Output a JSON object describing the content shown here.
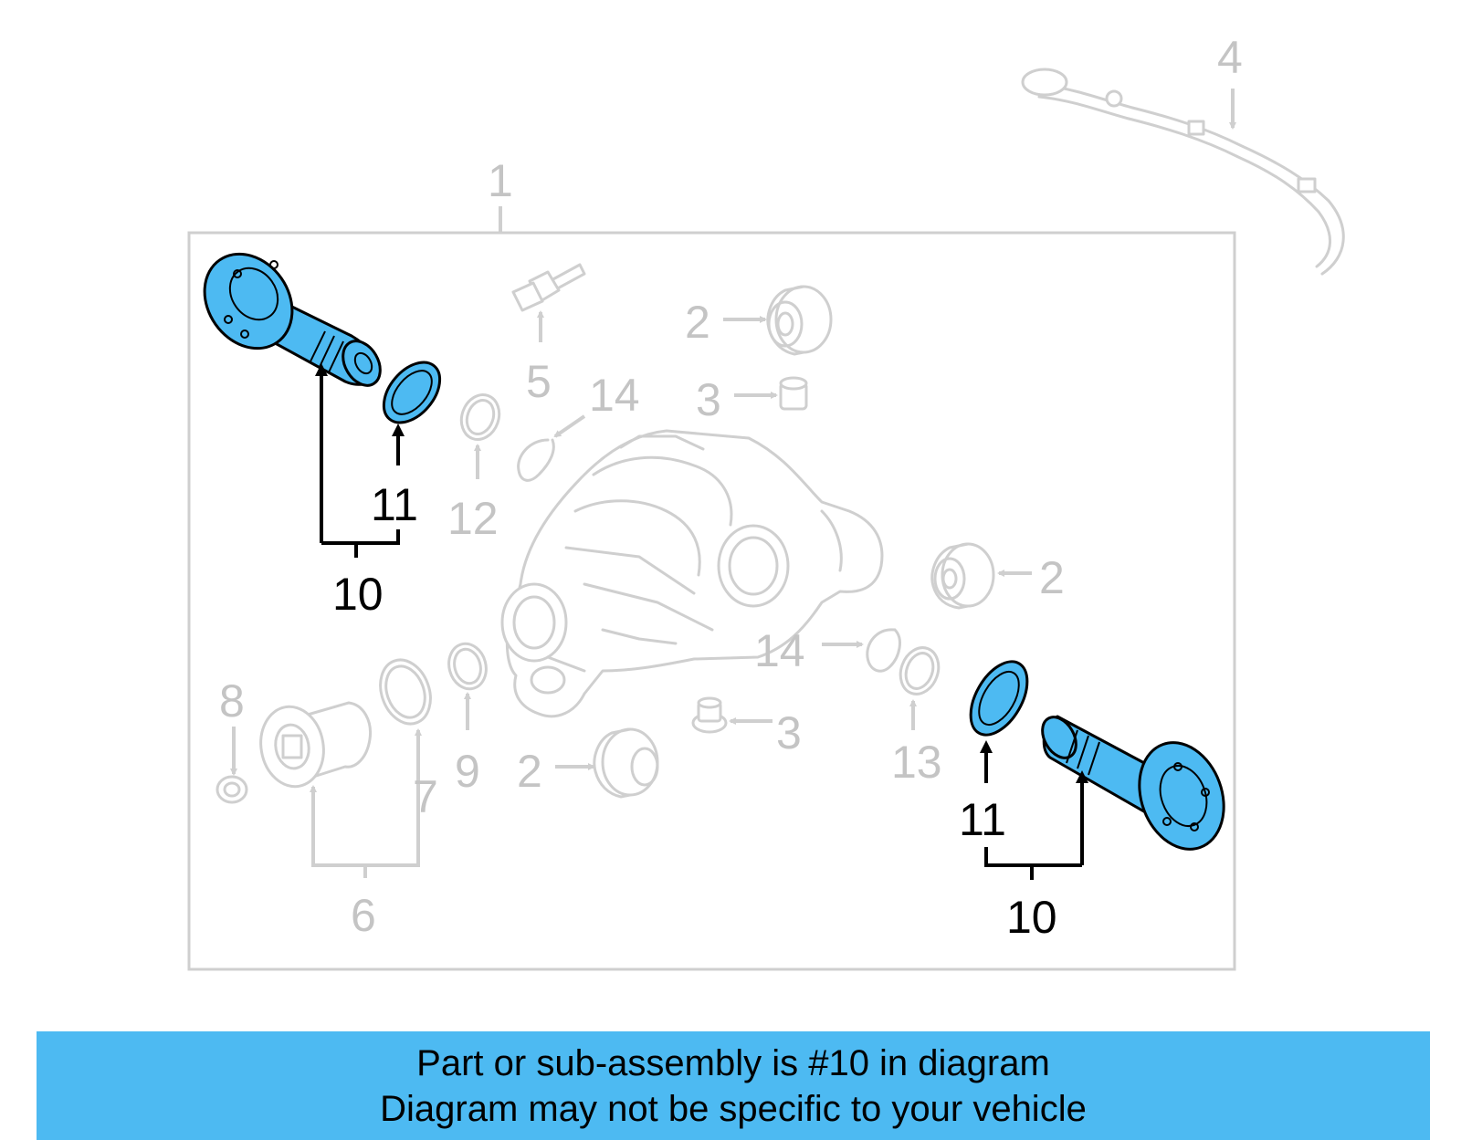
{
  "callouts": {
    "c1": "1",
    "c2a": "2",
    "c2b": "2",
    "c2c": "2",
    "c3a": "3",
    "c3b": "3",
    "c4": "4",
    "c5": "5",
    "c6": "6",
    "c7": "7",
    "c8": "8",
    "c9": "9",
    "c10a": "10",
    "c10b": "10",
    "c11a": "11",
    "c11b": "11",
    "c12": "12",
    "c13": "13",
    "c14a": "14",
    "c14b": "14"
  },
  "banner": {
    "line1": "Part or sub-assembly is #10 in diagram",
    "line2": "Diagram may not be specific to your vehicle"
  },
  "colors": {
    "highlight": "#4dbaf2",
    "muted_parts": "#cfcfcf"
  }
}
